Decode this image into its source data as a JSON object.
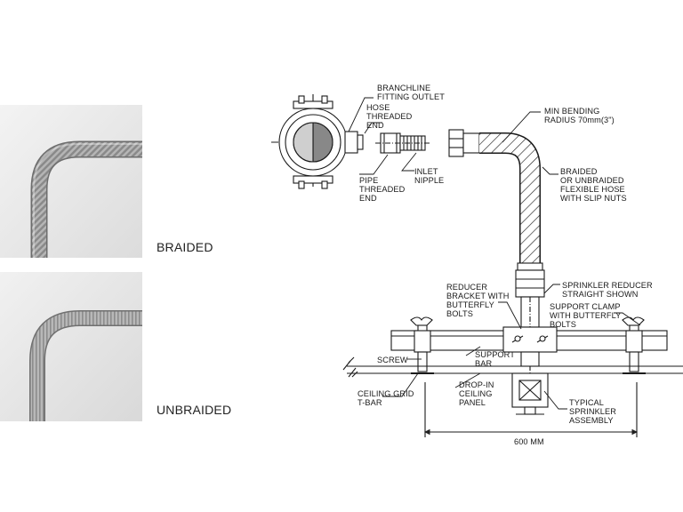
{
  "photos": {
    "braided": {
      "caption": "BRAIDED"
    },
    "unbraided": {
      "caption": "UNBRAIDED"
    }
  },
  "labels": {
    "branchline_outlet": [
      "BRANCHLINE",
      "FITTING OUTLET"
    ],
    "hose_threaded_end": [
      "HOSE",
      "THREADED",
      "END"
    ],
    "pipe_threaded_end": [
      "PIPE",
      "THREADED",
      "END"
    ],
    "inlet_nipple": [
      "INLET",
      "NIPPLE"
    ],
    "min_bending_radius": [
      "MIN BENDING",
      "RADIUS 70mm(3\")"
    ],
    "braided_hose": [
      "BRAIDED",
      "OR UNBRAIDED",
      "FLEXIBLE HOSE",
      "WITH SLIP NUTS"
    ],
    "reducer_bracket": [
      "REDUCER",
      "BRACKET WITH",
      "BUTTERFLY",
      "BOLTS"
    ],
    "sprinkler_reducer": [
      "SPRINKLER REDUCER",
      "STRAIGHT SHOWN"
    ],
    "support_clamp": [
      "SUPPORT CLAMP",
      "WITH BUTTERFLY",
      "BOLTS"
    ],
    "screw": [
      "SCREW"
    ],
    "support_bar": [
      "SUPPORT",
      "BAR"
    ],
    "ceiling_grid": [
      "CEILING GRID",
      "T-BAR"
    ],
    "dropin_panel": [
      "DROP-IN",
      "CEILING",
      "PANEL"
    ],
    "typical_sprinkler": [
      "TYPICAL",
      "SPRINKLER",
      "ASSEMBLY"
    ],
    "dimension": [
      "600 MM"
    ]
  }
}
